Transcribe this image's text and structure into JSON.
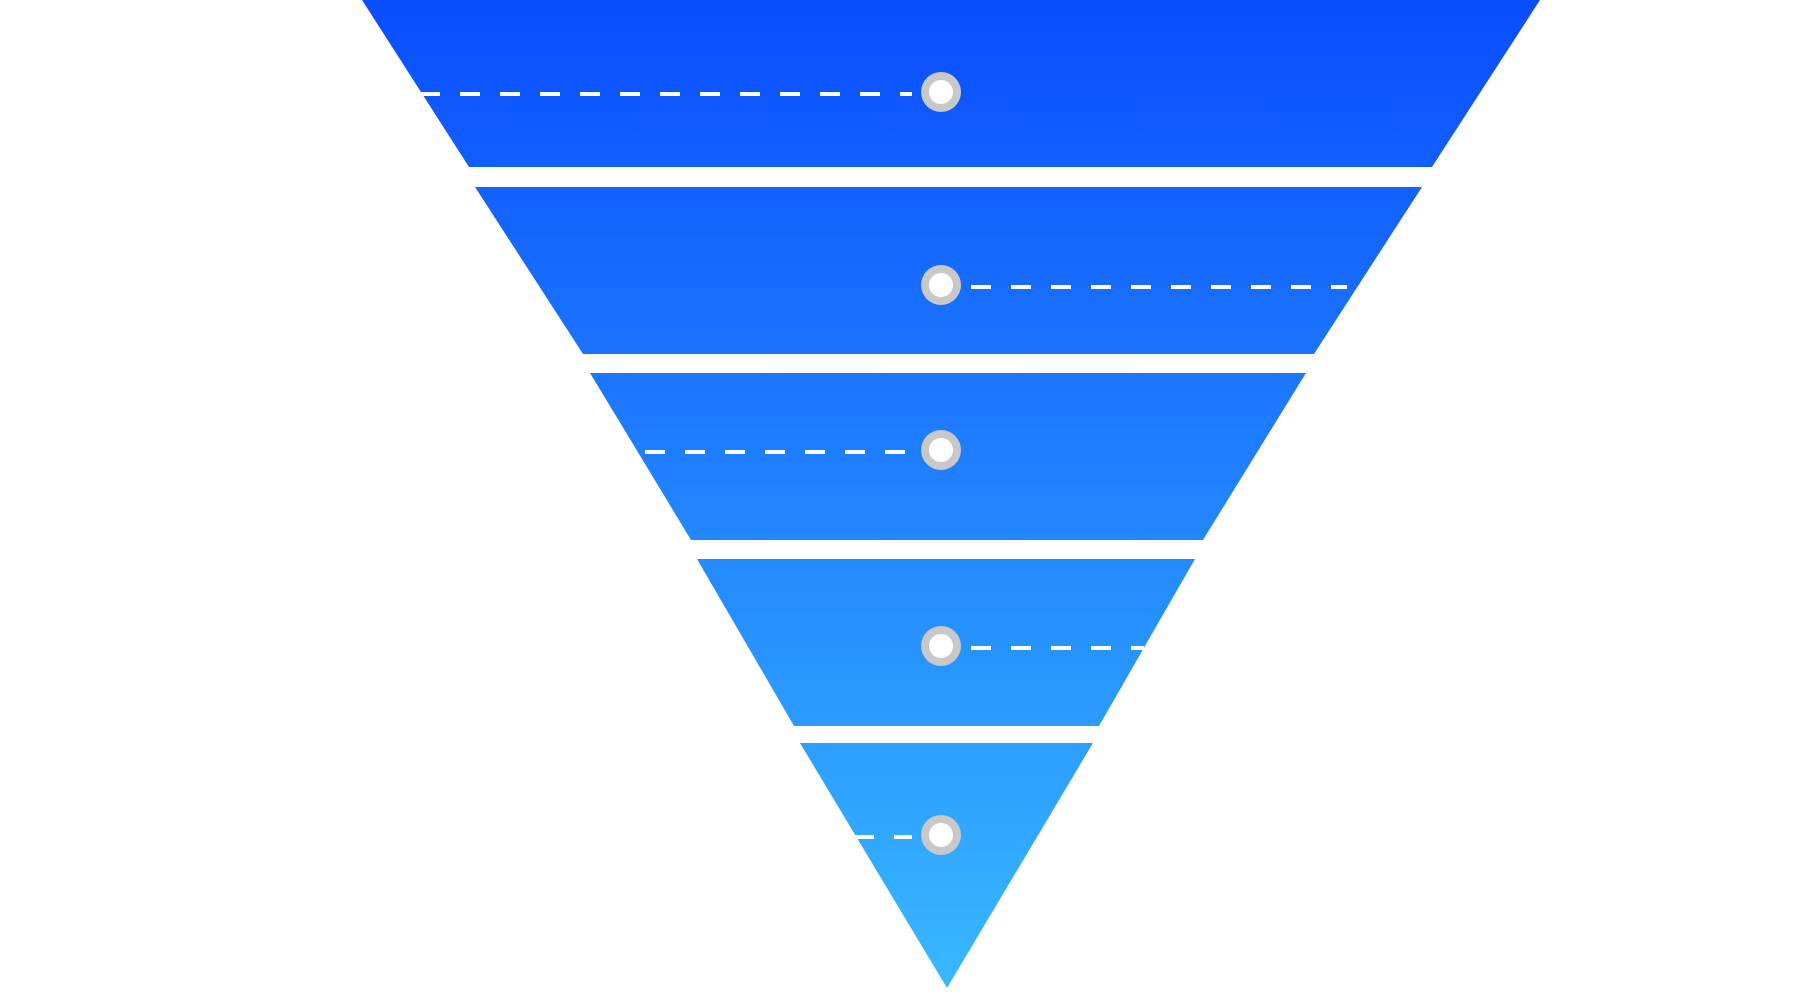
{
  "diagram": {
    "type": "inverted-funnel",
    "stage_count": 5,
    "colors": {
      "gradient_top": "#0a4dff",
      "gradient_bottom": "#38b8ff",
      "marker_ring": "#c8c8c8",
      "marker_fill": "#ffffff",
      "connector": "#ffffff"
    },
    "stages": [
      {
        "id": 1,
        "connector_side": "left"
      },
      {
        "id": 2,
        "connector_side": "right"
      },
      {
        "id": 3,
        "connector_side": "left"
      },
      {
        "id": 4,
        "connector_side": "right"
      },
      {
        "id": 5,
        "connector_side": "left"
      }
    ]
  }
}
